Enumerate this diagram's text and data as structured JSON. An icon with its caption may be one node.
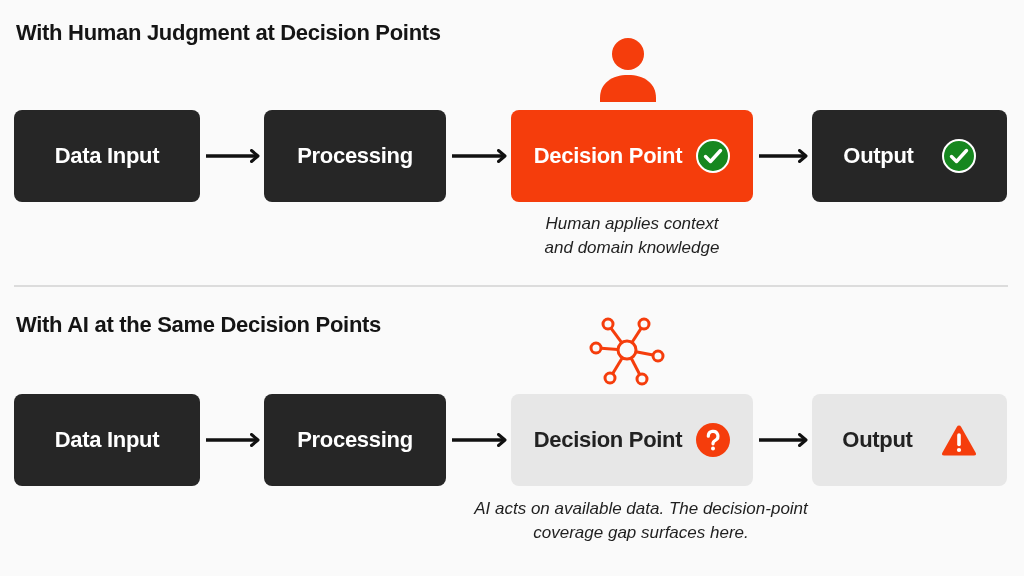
{
  "diagram": {
    "nodes": [
      {
        "text": [
          "Data Input"
        ]
      },
      {
        "text": [
          "Processing"
        ]
      },
      {
        "text": [
          "Decision Point"
        ],
        "beside": [
          "Human applies context and domain knowledge"
        ]
      },
      {
        "text": [
          "Output"
        ]
      },
      {
        "text": [
          "Data Input"
        ]
      },
      {
        "text": [
          "Processing"
        ]
      },
      {
        "text": [
          "Decision Point"
        ],
        "beside": [
          "AI acts on available data. The decision-point coverage gap surfaces here."
        ]
      },
      {
        "text": [
          "Output"
        ]
      }
    ],
    "edges": [
      {
        "from": 0,
        "to": 1,
        "arrow": "to"
      },
      {
        "from": 1,
        "to": 2,
        "arrow": "to"
      },
      {
        "from": 2,
        "to": 3,
        "arrow": "to"
      },
      {
        "from": 4,
        "to": 5,
        "arrow": "to"
      },
      {
        "from": 5,
        "to": 6,
        "arrow": "to"
      },
      {
        "from": 6,
        "to": 7,
        "arrow": "to"
      }
    ],
    "labels": [
      "With Human Judgment at Decision Points",
      "With AI at the Same Decision Points"
    ]
  }
}
